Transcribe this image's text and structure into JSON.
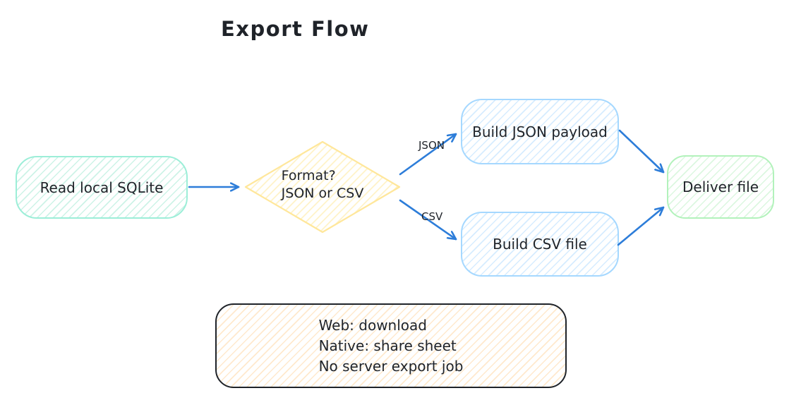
{
  "title": "Export Flow",
  "colors": {
    "canvas-bg": "#ffffff",
    "text": "#1f2329",
    "arrow": "#2d7dd9",
    "mint-border": "#9ceed8",
    "mint-hatch": "#cdf3e7",
    "blue-border": "#a5d8ff",
    "blue-hatch": "#d6ecff",
    "green-border": "#b2f2bb",
    "green-hatch": "#dcf7e0",
    "yellow-border": "#ffe79b",
    "yellow-hatch": "#fff1c2",
    "orange-border": "#ffd8a8",
    "orange-hatch": "#ffe9cd"
  },
  "nodes": {
    "read_sqlite": {
      "label": "Read local SQLite"
    },
    "format_decision": {
      "lines": [
        "Format?",
        "JSON or CSV"
      ]
    },
    "build_json": {
      "label": "Build JSON payload"
    },
    "build_csv": {
      "label": "Build CSV file"
    },
    "deliver": {
      "label": "Deliver file"
    }
  },
  "edges": {
    "to_json": {
      "label": "JSON"
    },
    "to_csv": {
      "label": "CSV"
    }
  },
  "note": {
    "lines": [
      "Web: download",
      "Native: share sheet",
      "No server export job"
    ]
  }
}
